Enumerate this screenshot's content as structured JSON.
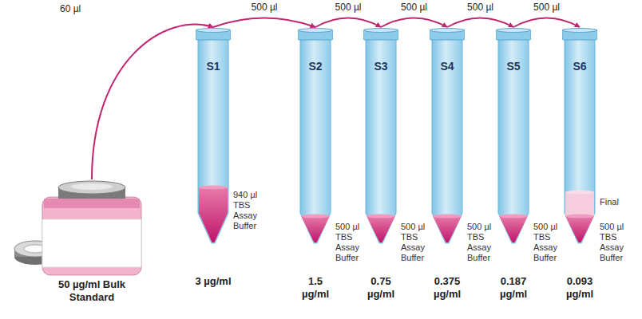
{
  "diagram": {
    "nodes": [
      {
        "text": [
          "50 µg/ml Bulk Standard"
        ]
      },
      {
        "text": [
          "S1",
          "940 µl TBS Assay Buffer",
          "3 µg/ml"
        ]
      },
      {
        "text": [
          "S2",
          "500 µl TBS Assay Buffer",
          "1.5 µg/ml"
        ]
      },
      {
        "text": [
          "S3",
          "500 µl TBS Assay Buffer",
          "0.75 µg/ml"
        ]
      },
      {
        "text": [
          "S4",
          "500 µl TBS Assay Buffer",
          "0.375 µg/ml"
        ]
      },
      {
        "text": [
          "S5",
          "500 µl TBS Assay Buffer",
          "0.187 µg/ml"
        ]
      },
      {
        "text": [
          "S6",
          "Final",
          "500 µl TBS Assay Buffer",
          "0.093 µg/ml"
        ]
      }
    ],
    "edges": [
      {
        "from": 0,
        "to": 1,
        "label": "60 µl",
        "arrow": "to"
      },
      {
        "from": 1,
        "to": 2,
        "label": "500 µl",
        "arrow": "to"
      },
      {
        "from": 2,
        "to": 3,
        "label": "500 µl",
        "arrow": "to"
      },
      {
        "from": 3,
        "to": 4,
        "label": "500 µl",
        "arrow": "to"
      },
      {
        "from": 4,
        "to": 5,
        "label": "500 µl",
        "arrow": "to"
      },
      {
        "from": 5,
        "to": 6,
        "label": "500 µl",
        "arrow": "to"
      }
    ]
  }
}
